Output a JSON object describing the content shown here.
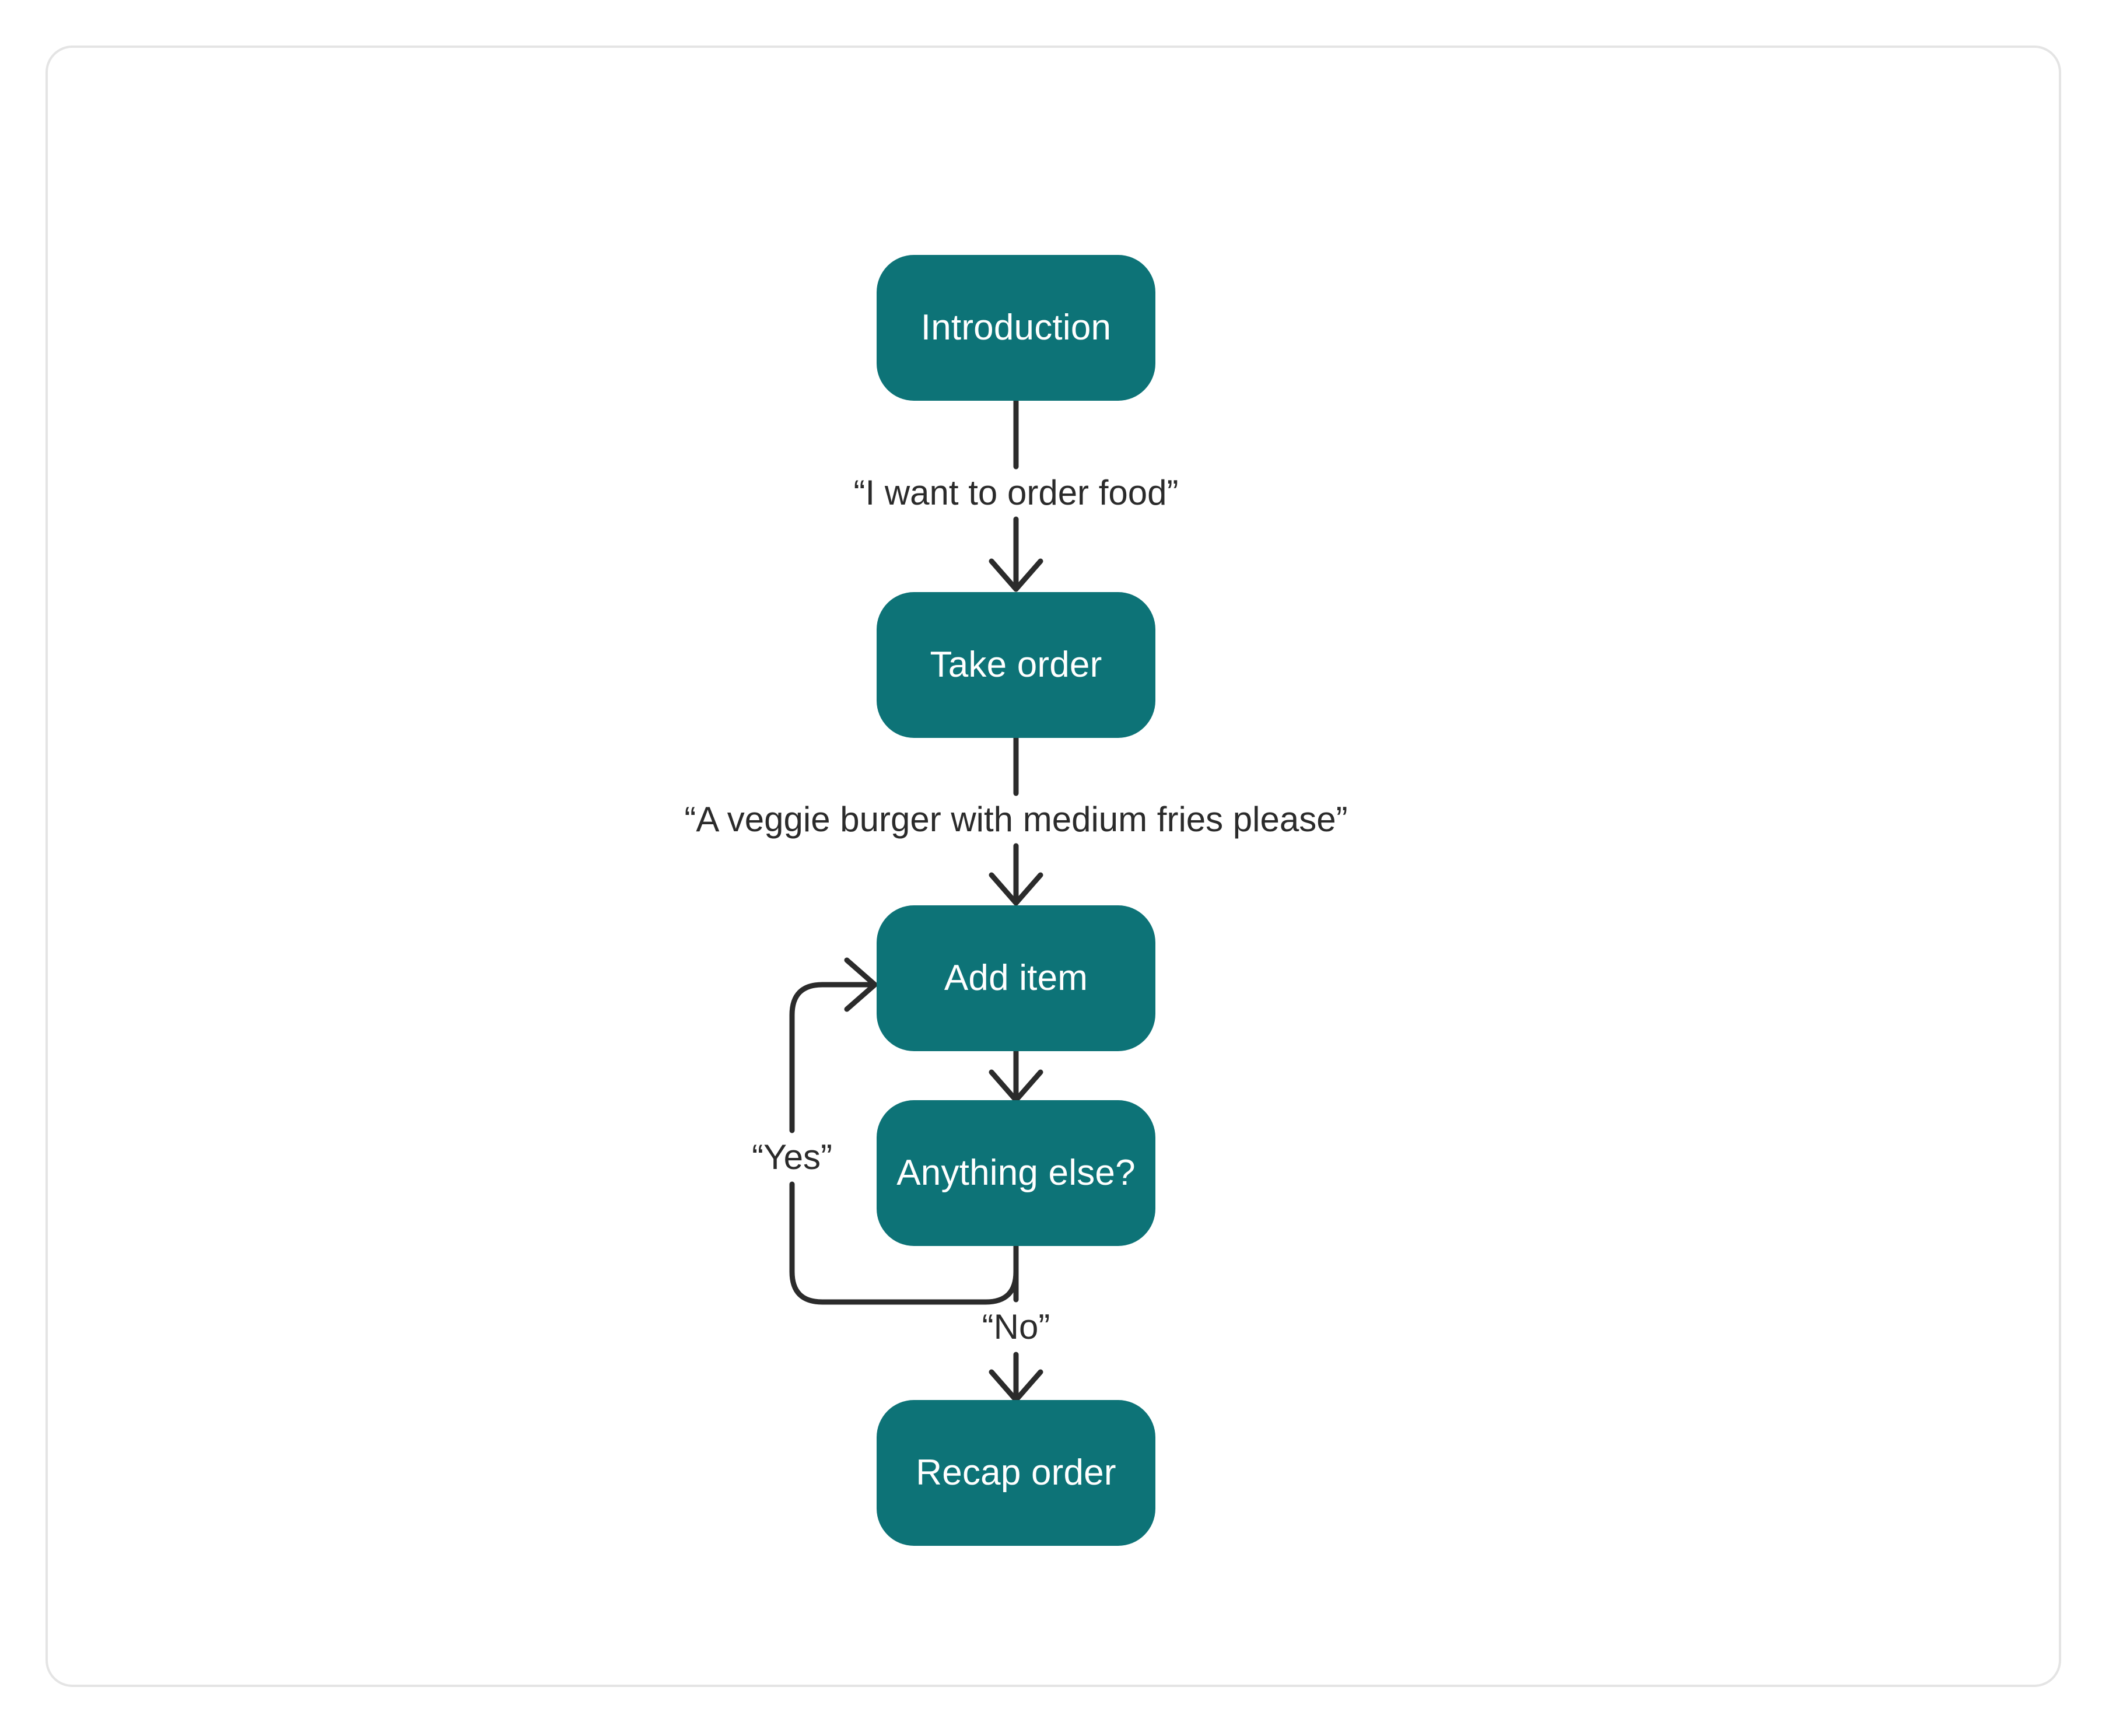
{
  "diagram": {
    "type": "flowchart",
    "orientation": "top-to-bottom",
    "theme": {
      "node_fill": "#0d7377",
      "node_text": "#ffffff",
      "edge_stroke": "#2b2b2b",
      "label_text": "#2b2b2b",
      "card_border": "#e4e4e4",
      "background": "#ffffff"
    },
    "nodes": [
      {
        "id": "introduction",
        "label": "Introduction"
      },
      {
        "id": "take-order",
        "label": "Take order"
      },
      {
        "id": "add-item",
        "label": "Add item"
      },
      {
        "id": "anything-else",
        "label": "Anything else?"
      },
      {
        "id": "recap-order",
        "label": "Recap order"
      }
    ],
    "edges": [
      {
        "from": "introduction",
        "to": "take-order",
        "label": "“I want to order food”"
      },
      {
        "from": "take-order",
        "to": "add-item",
        "label": "“A veggie burger with medium fries please”"
      },
      {
        "from": "add-item",
        "to": "anything-else",
        "label": ""
      },
      {
        "from": "anything-else",
        "to": "add-item",
        "label": "“Yes”"
      },
      {
        "from": "anything-else",
        "to": "recap-order",
        "label": "“No”"
      }
    ],
    "labels": {
      "order_food": "“I want to order food”",
      "veggie_burger": "“A veggie burger with medium fries please”",
      "yes": "“Yes”",
      "no": "“No”"
    }
  }
}
